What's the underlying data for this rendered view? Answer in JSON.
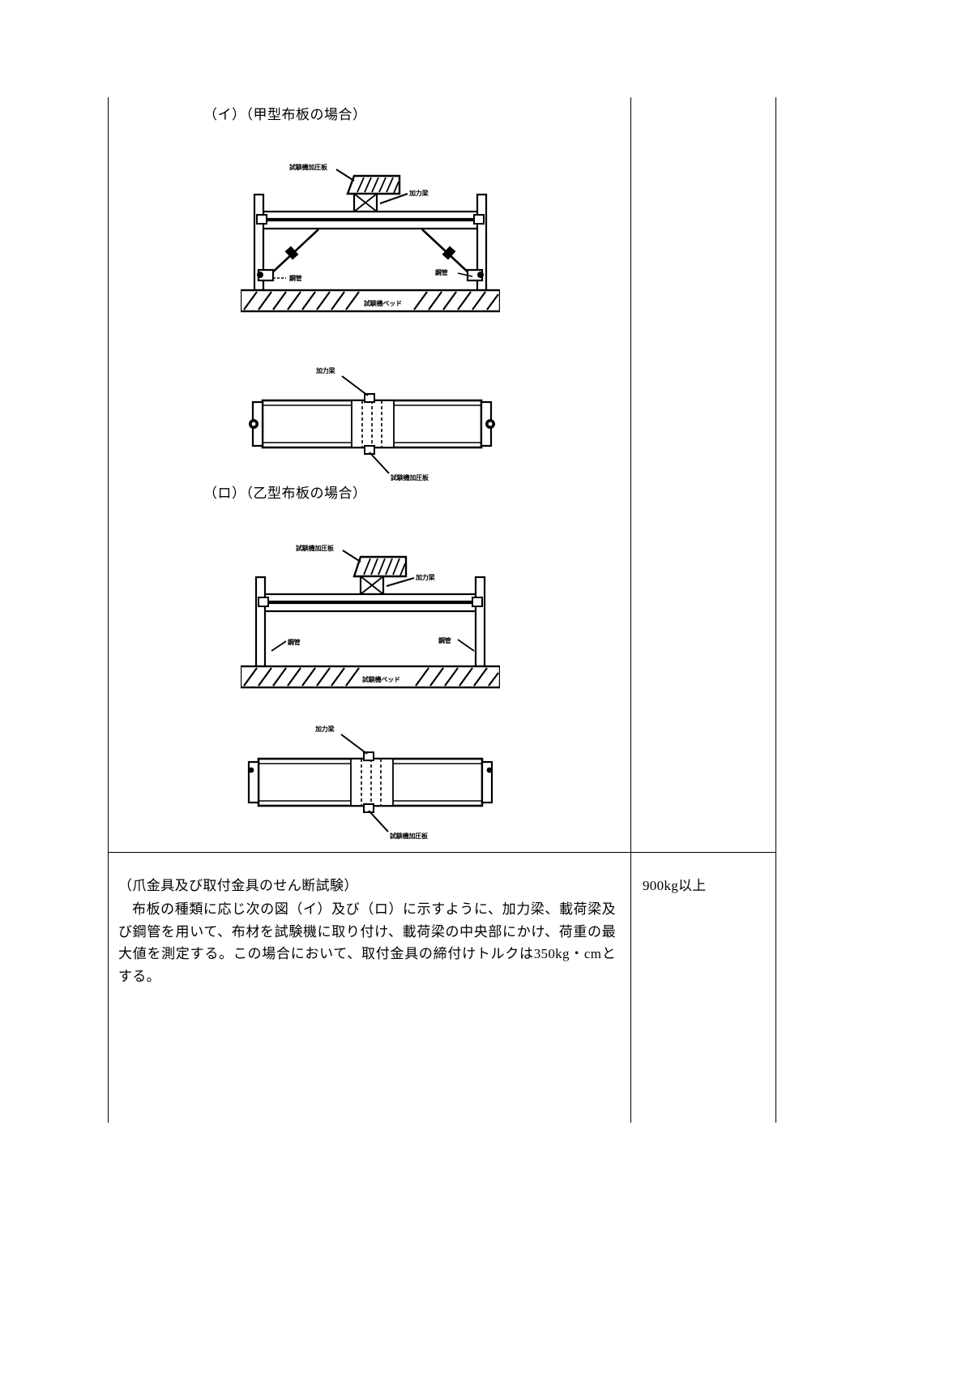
{
  "document": {
    "language": "ja",
    "type": "standards-table"
  },
  "table": {
    "rows": [
      {
        "id": "figures-row",
        "left": {
          "sections": [
            {
              "id": "section-i",
              "heading": "（イ）（甲型布板の場合）",
              "figures": [
                {
                  "id": "fig-i-elevation",
                  "view": "elevation",
                  "labels": [
                    {
                      "key": "press-plate",
                      "text": "試験機加圧板"
                    },
                    {
                      "key": "load-beam",
                      "text": "加力梁"
                    },
                    {
                      "key": "steel-pipe-left",
                      "text": "鋼管"
                    },
                    {
                      "key": "steel-pipe-right",
                      "text": "鋼管"
                    },
                    {
                      "key": "machine-bed",
                      "text": "試験機ベッド"
                    }
                  ]
                },
                {
                  "id": "fig-i-plan",
                  "view": "plan",
                  "labels": [
                    {
                      "key": "load-beam",
                      "text": "加力梁"
                    },
                    {
                      "key": "press-plate",
                      "text": "試験機加圧板"
                    }
                  ]
                }
              ]
            },
            {
              "id": "section-ro",
              "heading": "（ロ）（乙型布板の場合）",
              "figures": [
                {
                  "id": "fig-ro-elevation",
                  "view": "elevation",
                  "labels": [
                    {
                      "key": "press-plate",
                      "text": "試験機加圧板"
                    },
                    {
                      "key": "load-beam",
                      "text": "加力梁"
                    },
                    {
                      "key": "steel-pipe-left",
                      "text": "鋼管"
                    },
                    {
                      "key": "steel-pipe-right",
                      "text": "鋼管"
                    },
                    {
                      "key": "machine-bed",
                      "text": "試験機ベッド"
                    }
                  ]
                },
                {
                  "id": "fig-ro-plan",
                  "view": "plan",
                  "labels": [
                    {
                      "key": "load-beam",
                      "text": "加力梁"
                    },
                    {
                      "key": "press-plate",
                      "text": "試験機加圧板"
                    }
                  ]
                }
              ]
            }
          ]
        },
        "right": {
          "value": ""
        }
      },
      {
        "id": "description-row",
        "left": {
          "title": "（爪金具及び取付金具のせん断試験）",
          "paragraph": "布板の種類に応じ次の図（イ）及び（ロ）に示すように、加力梁、載荷梁及び鋼管を用いて、布材を試験機に取り付け、載荷梁の中央部にかけ、荷重の最大値を測定する。この場合において、取付金具の締付けトルクは350kg・cmとする。"
        },
        "right": {
          "value": "900kg以上"
        }
      }
    ]
  },
  "colors": {
    "ink": "#000000",
    "paper": "#ffffff",
    "rule": "#000000"
  }
}
